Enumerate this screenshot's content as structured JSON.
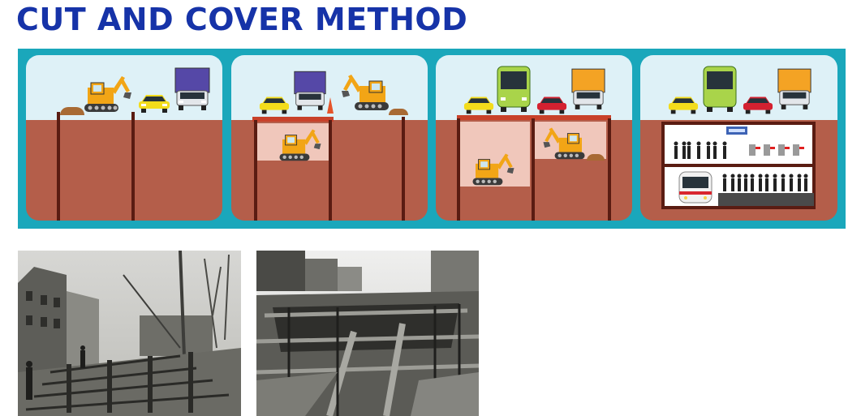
{
  "page": {
    "title": "CUT AND COVER METHOD"
  },
  "diagram": {
    "stages": [
      {
        "id": "stage-1",
        "description": ""
      },
      {
        "id": "stage-2",
        "description": ""
      },
      {
        "id": "stage-3",
        "description": ""
      },
      {
        "id": "stage-4",
        "description": ""
      }
    ],
    "colors": {
      "frame": "#1aa7bb",
      "sky": "#def1f7",
      "soil": "#b45e4a",
      "excavation": "#f0c7bb",
      "deck": "#c8412a",
      "excavator": "#f2a516"
    },
    "icons": [
      "excavator-icon",
      "taxi-icon",
      "truck-icon",
      "bus-icon",
      "car-icon",
      "train-icon",
      "people-icon",
      "turnstile-icon",
      "station-sign-icon"
    ]
  },
  "photos": [
    {
      "name": "historic-street-excavation-photo",
      "stamp": ""
    },
    {
      "name": "historic-tunnel-construction-photo",
      "stamp": ""
    }
  ]
}
